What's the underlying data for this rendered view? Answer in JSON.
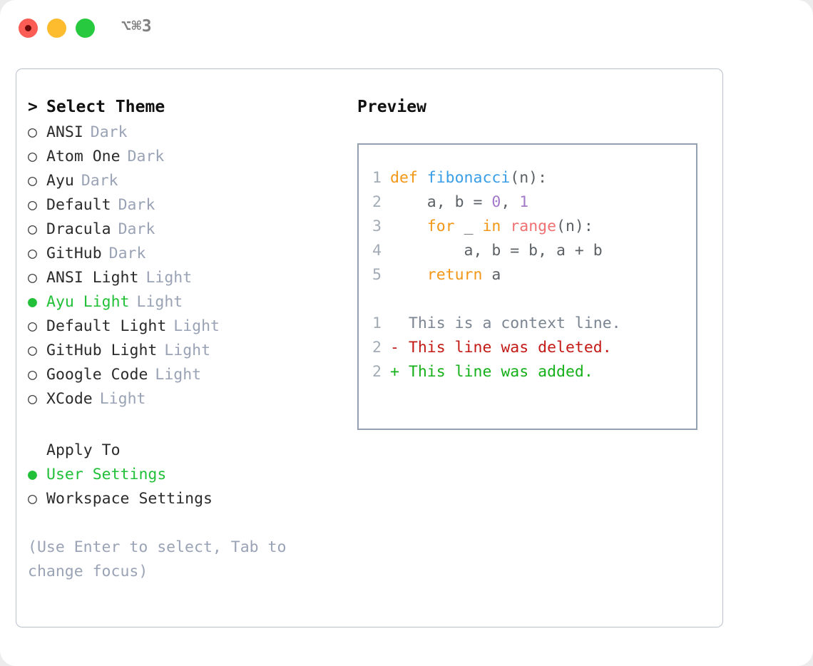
{
  "titlebar": {
    "shortcut": "⌥⌘3",
    "buttons": [
      "close",
      "minimize",
      "maximize"
    ]
  },
  "theme_list": {
    "header_marker": ">",
    "header": "Select Theme",
    "unselected_marker": "○",
    "selected_marker": "●",
    "items": [
      {
        "name": "ANSI",
        "badge": "Dark",
        "selected": false
      },
      {
        "name": "Atom One",
        "badge": "Dark",
        "selected": false
      },
      {
        "name": "Ayu",
        "badge": "Dark",
        "selected": false
      },
      {
        "name": "Default",
        "badge": "Dark",
        "selected": false
      },
      {
        "name": "Dracula",
        "badge": "Dark",
        "selected": false
      },
      {
        "name": "GitHub",
        "badge": "Dark",
        "selected": false
      },
      {
        "name": "ANSI Light",
        "badge": "Light",
        "selected": false
      },
      {
        "name": "Ayu Light",
        "badge": "Light",
        "selected": true
      },
      {
        "name": "Default Light",
        "badge": "Light",
        "selected": false
      },
      {
        "name": "GitHub Light",
        "badge": "Light",
        "selected": false
      },
      {
        "name": "Google Code",
        "badge": "Light",
        "selected": false
      },
      {
        "name": "XCode",
        "badge": "Light",
        "selected": false
      }
    ]
  },
  "apply_to": {
    "title": "Apply To",
    "items": [
      {
        "label": "User Settings",
        "selected": true
      },
      {
        "label": "Workspace Settings",
        "selected": false
      }
    ]
  },
  "hint": "(Use Enter to select, Tab to change focus)",
  "preview": {
    "title": "Preview",
    "code_lines": [
      {
        "num": "1",
        "tokens": [
          {
            "t": "def ",
            "c": "kw"
          },
          {
            "t": "fibonacci",
            "c": "fn"
          },
          {
            "t": "(n):",
            "c": "txt"
          }
        ]
      },
      {
        "num": "2",
        "tokens": [
          {
            "t": "    a, b = ",
            "c": "txt"
          },
          {
            "t": "0",
            "c": "num"
          },
          {
            "t": ", ",
            "c": "txt"
          },
          {
            "t": "1",
            "c": "num"
          }
        ]
      },
      {
        "num": "3",
        "tokens": [
          {
            "t": "    ",
            "c": "txt"
          },
          {
            "t": "for",
            "c": "kw"
          },
          {
            "t": " _ ",
            "c": "txt"
          },
          {
            "t": "in",
            "c": "kw"
          },
          {
            "t": " ",
            "c": "txt"
          },
          {
            "t": "range",
            "c": "call"
          },
          {
            "t": "(n):",
            "c": "txt"
          }
        ]
      },
      {
        "num": "4",
        "tokens": [
          {
            "t": "        a, b = b, a + b",
            "c": "txt"
          }
        ]
      },
      {
        "num": "5",
        "tokens": [
          {
            "t": "    ",
            "c": "txt"
          },
          {
            "t": "return",
            "c": "kw"
          },
          {
            "t": " a",
            "c": "txt"
          }
        ]
      }
    ],
    "diff_lines": [
      {
        "num": "1",
        "sign": " ",
        "text": "This is a context line.",
        "kind": "ctx"
      },
      {
        "num": "2",
        "sign": "-",
        "text": "This line was deleted.",
        "kind": "del"
      },
      {
        "num": "2",
        "sign": "+",
        "text": "This line was added.",
        "kind": "add"
      }
    ]
  },
  "colors": {
    "selected_green": "#22C038",
    "muted": "#9aa3b5",
    "keyword": "#F29718",
    "function": "#399EE6",
    "number": "#A37ACC",
    "call": "#F07171",
    "diff_delete": "#C41A16",
    "diff_add": "#15B01A",
    "border": "#93a0b0"
  }
}
